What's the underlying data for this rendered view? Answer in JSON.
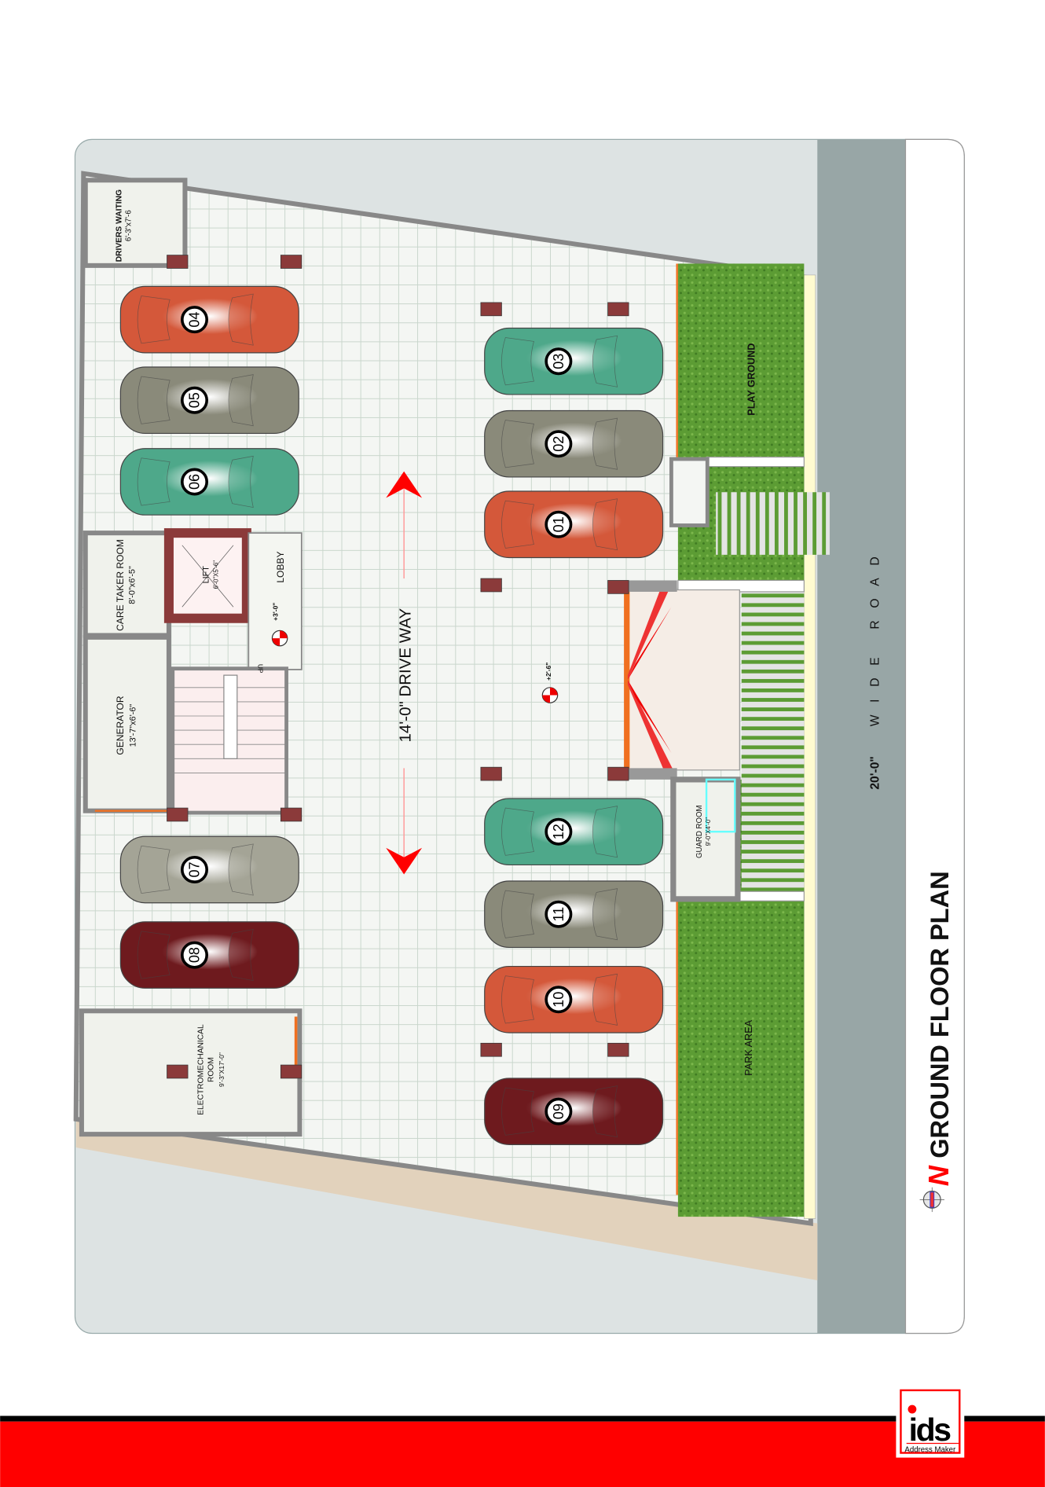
{
  "title": "GROUND FLOOR PLAN",
  "north_label": "N",
  "road": {
    "width": "20'-0\"",
    "label": "WIDE ROAD"
  },
  "driveway": {
    "label": "14'-0\" DRIVE WAY"
  },
  "levels": {
    "lobby": "+3'-0\"",
    "driveway": "+2'-6\""
  },
  "stair_label": "UP",
  "rooms": {
    "drivers_waiting": {
      "name": "DRIVERS WAITING",
      "size": "6'-3\"x7'-6"
    },
    "care_taker": {
      "name": "CARE TAKER ROOM",
      "size": "8'-0\"x6'-5\""
    },
    "lift": {
      "name": "LIFT",
      "size": "6'-0\"X5'-6\""
    },
    "lobby": {
      "name": "LOBBY"
    },
    "generator": {
      "name": "GENERATOR",
      "size": "13'-7\"x6'-6\""
    },
    "electromechanical": {
      "name": "ELECTROMECHANICAL",
      "name2": "ROOM",
      "size": "9'-3\"X17'-0\""
    },
    "guard_room": {
      "name": "GUARD ROOM",
      "size": "9'-0\"X4'-0\""
    },
    "play_ground": {
      "name": "PLAY GROUND"
    },
    "park_area": {
      "name": "PARK AREA"
    }
  },
  "cars": [
    {
      "number": "04",
      "color": "#d4583a"
    },
    {
      "number": "05",
      "color": "#8a8a7a"
    },
    {
      "number": "06",
      "color": "#4ea88a"
    },
    {
      "number": "07",
      "color": "#a4a496"
    },
    {
      "number": "08",
      "color": "#6e1a1e"
    },
    {
      "number": "03",
      "color": "#4ea88a"
    },
    {
      "number": "02",
      "color": "#8a8a7a"
    },
    {
      "number": "01",
      "color": "#d4583a"
    },
    {
      "number": "12",
      "color": "#4ea88a"
    },
    {
      "number": "11",
      "color": "#8a8a7a"
    },
    {
      "number": "10",
      "color": "#d4583a"
    },
    {
      "number": "09",
      "color": "#6e1a1e"
    }
  ],
  "logo": {
    "mark": "ids",
    "tagline": "Address Maker"
  },
  "colors": {
    "pillar": "#8b3a3a",
    "grass": "#5a9a32",
    "road": "#98a6a6",
    "footer": "#ff0000"
  }
}
